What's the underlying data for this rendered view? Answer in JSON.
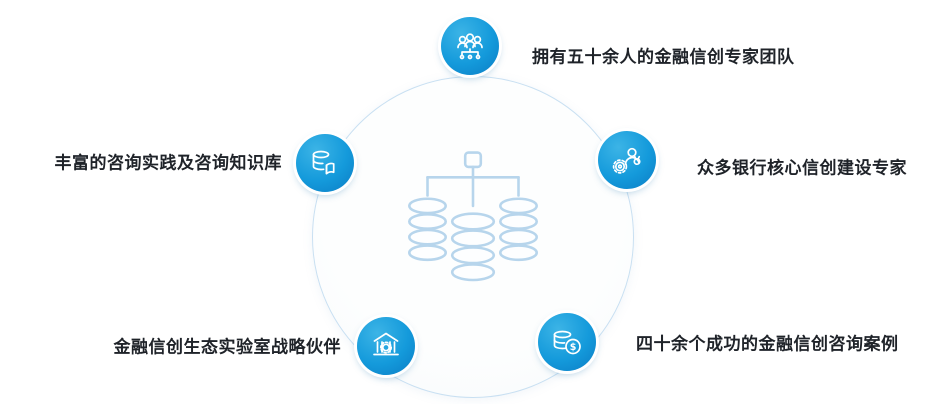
{
  "diagram": {
    "center": {
      "icon": "database-cluster-icon"
    },
    "items": [
      {
        "label": "拥有五十余人的金融信创专家团队",
        "icon": "team-icon",
        "position": "top"
      },
      {
        "label": "众多银行核心信创建设专家",
        "icon": "expert-gear-icon",
        "position": "right"
      },
      {
        "label": "四十余个成功的金融信创咨询案例",
        "icon": "coins-dollar-icon",
        "position": "bottom-right"
      },
      {
        "label": "金融信创生态实验室战略伙伴",
        "icon": "bank-gear-icon",
        "position": "bottom-left"
      },
      {
        "label": "丰富的咨询实践及咨询知识库",
        "icon": "database-book-icon",
        "position": "left"
      }
    ],
    "colors": {
      "node_blue": "#149adb",
      "node_blue_dark": "#0b7cc4",
      "center_border": "#c9e0f2",
      "center_icon_stroke": "#b7d5ec",
      "label_text": "#1f2329"
    }
  }
}
